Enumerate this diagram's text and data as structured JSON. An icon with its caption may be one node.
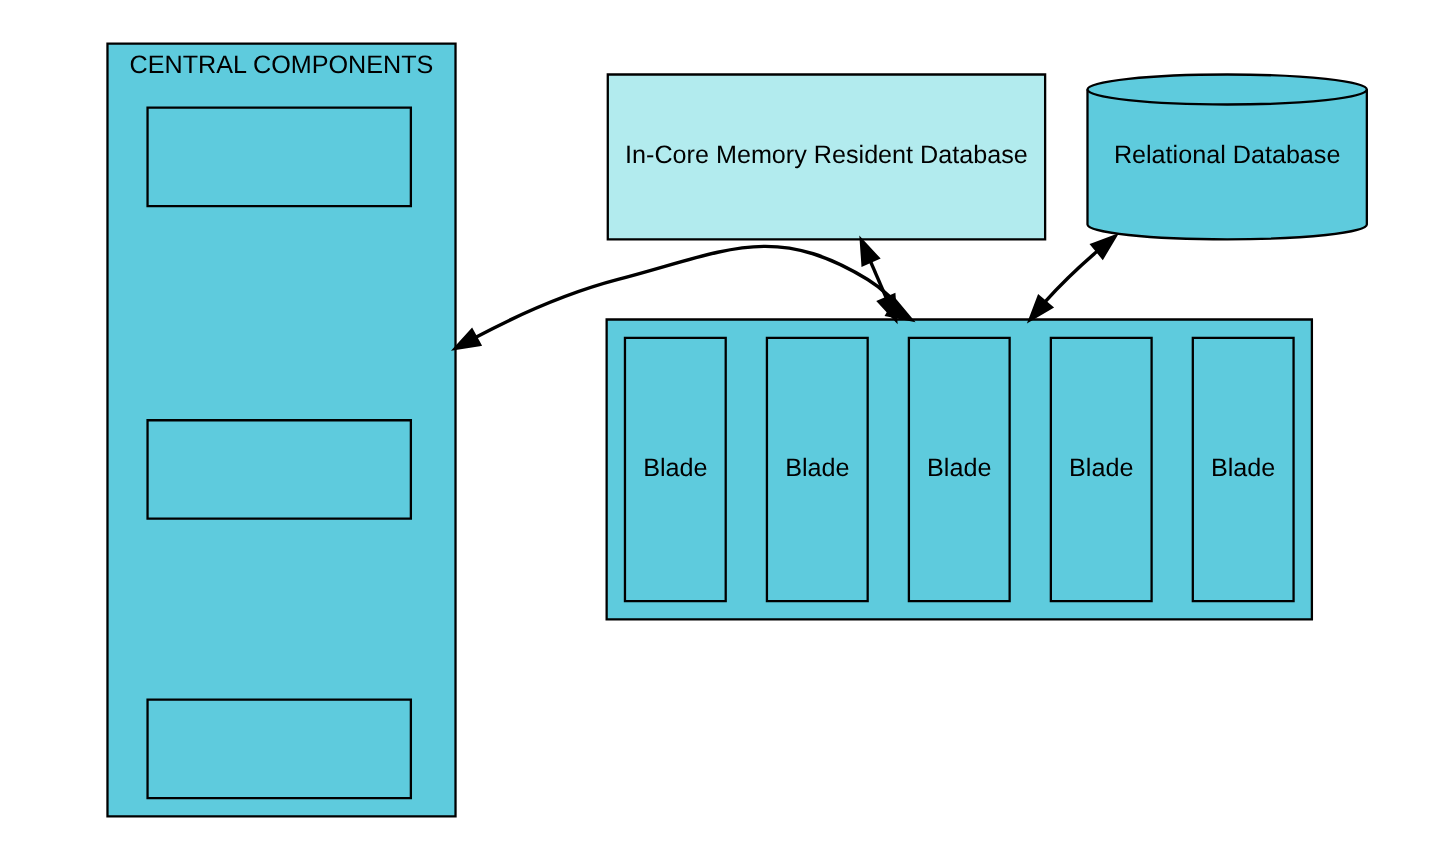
{
  "diagram": {
    "nodes": [
      {
        "text": [
          "CENTRAL COMPONENTS"
        ]
      },
      {
        "text": [],
        "shape": "box",
        "in": 0
      },
      {
        "text": [],
        "shape": "box",
        "in": 0
      },
      {
        "text": [],
        "shape": "box",
        "in": 0
      },
      {
        "text": [],
        "shape": "box"
      },
      {
        "text": [
          "Blade"
        ],
        "in": 4
      },
      {
        "text": [
          "Blade"
        ],
        "in": 4
      },
      {
        "text": [
          "Blade"
        ],
        "in": 4
      },
      {
        "text": [
          "Blade"
        ],
        "in": 4
      },
      {
        "text": [
          "Blade"
        ],
        "in": 4
      },
      {
        "text": [
          "In-Core Memory Resident Database"
        ]
      },
      {
        "text": [
          "Relational Database"
        ]
      }
    ],
    "edges": [
      {
        "from": 0,
        "to": 4,
        "arrow": "both"
      },
      {
        "from": 10,
        "to": 4,
        "arrow": "both"
      },
      {
        "from": 11,
        "to": 4,
        "arrow": "both"
      }
    ]
  }
}
